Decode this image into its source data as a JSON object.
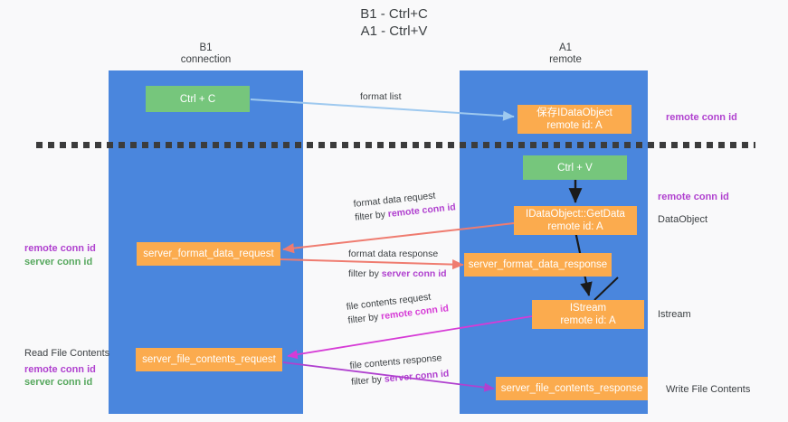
{
  "diagram": {
    "title": "B1 - Ctrl+C\nA1 - Ctrl+V",
    "columns": [
      {
        "name": "left",
        "header": "B1\nconnection"
      },
      {
        "name": "right",
        "header": "A1\nremote"
      }
    ],
    "nodes": [
      {
        "id": "ctrl-c",
        "label": "Ctrl + C",
        "color": "#76c67c"
      },
      {
        "id": "save-dataobject",
        "line1": "保存IDataObject",
        "line2": "remote id: A",
        "color": "#fbab4e"
      },
      {
        "id": "ctrl-v",
        "label": "Ctrl + V",
        "color": "#76c67c"
      },
      {
        "id": "getdata",
        "line1": "IDataObject::GetData",
        "line2": "remote id: A",
        "color": "#fbab4e"
      },
      {
        "id": "server-format-data-request",
        "label": "server_format_data_request",
        "color": "#fbab4e"
      },
      {
        "id": "server-format-data-response",
        "label": "server_format_data_response",
        "color": "#fbab4e"
      },
      {
        "id": "istream",
        "line1": "IStream",
        "line2": "remote id: A",
        "color": "#fbab4e"
      },
      {
        "id": "server-file-contents-request",
        "label": "server_file_contents_request",
        "color": "#fbab4e"
      },
      {
        "id": "server-file-contents-response",
        "label": "server_file_contents_response",
        "color": "#fbab4e"
      }
    ],
    "edge_labels": {
      "format_list": "format list",
      "format_data_request": "format data request",
      "format_data_request_filter_prefix": "filter by ",
      "format_data_request_filter_key": "remote conn id",
      "format_data_response": "format data response",
      "format_data_response_filter_prefix": "filter by ",
      "format_data_response_filter_key": "server conn id",
      "file_contents_request": "file contents request",
      "file_contents_request_filter_prefix": "filter by ",
      "file_contents_request_filter_key": "remote conn id",
      "file_contents_response": "file contents response",
      "file_contents_response_filter_prefix": "filter by ",
      "file_contents_response_filter_key": "server conn id"
    },
    "right_annotations": [
      {
        "id": "ann-remote-conn-id-top",
        "text": "remote conn id",
        "style": "purple"
      },
      {
        "id": "ann-remote-conn-id-mid",
        "text": "remote conn id",
        "style": "purple"
      },
      {
        "id": "ann-dataobject",
        "text": "DataObject",
        "style": "plain"
      },
      {
        "id": "ann-istream",
        "text": "Istream",
        "style": "plain"
      },
      {
        "id": "ann-write-file-contents",
        "text": "Write File Contents",
        "style": "plain"
      }
    ],
    "left_annotations": [
      {
        "id": "ann-left-remote-conn-id-1",
        "text": "remote conn id",
        "style": "purple"
      },
      {
        "id": "ann-left-server-conn-id-1",
        "text": "server conn id",
        "style": "greenid"
      },
      {
        "id": "ann-read-file-contents",
        "text": "Read File Contents",
        "style": "plain"
      },
      {
        "id": "ann-left-remote-conn-id-2",
        "text": "remote conn id",
        "style": "purple"
      },
      {
        "id": "ann-left-server-conn-id-2",
        "text": "server conn id",
        "style": "greenid"
      }
    ],
    "colors": {
      "lane": "#4a86dd",
      "green_node": "#76c67c",
      "orange_node": "#fbab4e",
      "background": "#f9f9fa",
      "divider": "#3c3c3c",
      "arrow_blue": "#9ec9ef",
      "arrow_red": "#ef7c70",
      "arrow_magenta": "#d63bd6",
      "arrow_purple": "#b041cf",
      "arrow_black": "#1a1a1a"
    }
  }
}
